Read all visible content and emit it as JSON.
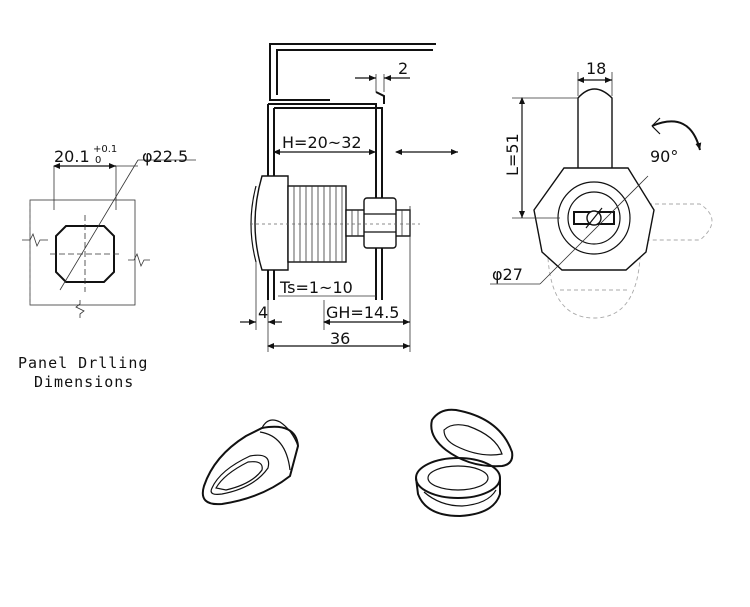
{
  "drilling": {
    "width_value": "20.1",
    "tol_plus": "+0.1",
    "tol_minus": "0",
    "diameter": "φ22.5",
    "caption_line1": "Panel Drlling",
    "caption_line2": "Dimensions"
  },
  "side_view": {
    "thickness": "2",
    "h_range": "H=20~32",
    "ts_range": "Ts=1~10",
    "gh": "GH=14.5",
    "front_offset": "4",
    "total_length": "36"
  },
  "front_view": {
    "width": "18",
    "length": "L=51",
    "rotation": "90°",
    "diameter": "φ27"
  },
  "accessories": {
    "item1": "cam-lock-dust-cover",
    "item2": "hinged-lid-cup"
  }
}
